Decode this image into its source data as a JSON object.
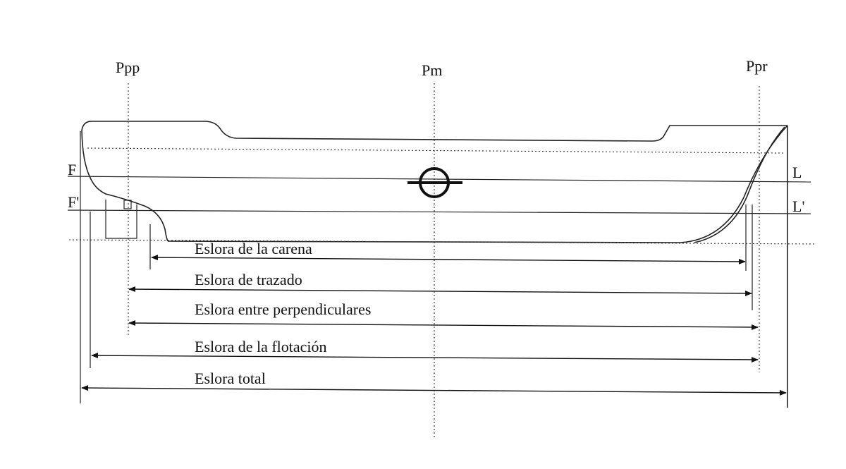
{
  "labels": {
    "ppp": "Ppp",
    "pm": "Pm",
    "ppr": "Ppr",
    "f": "F",
    "f_prime": "F'",
    "l": "L",
    "l_prime": "L'"
  },
  "dimensions": {
    "carena": "Eslora de la carena",
    "trazado": "Eslora de trazado",
    "perpendiculares": "Eslora entre perpendiculares",
    "flotacion": "Eslora de la flotación",
    "total": "Eslora total"
  }
}
